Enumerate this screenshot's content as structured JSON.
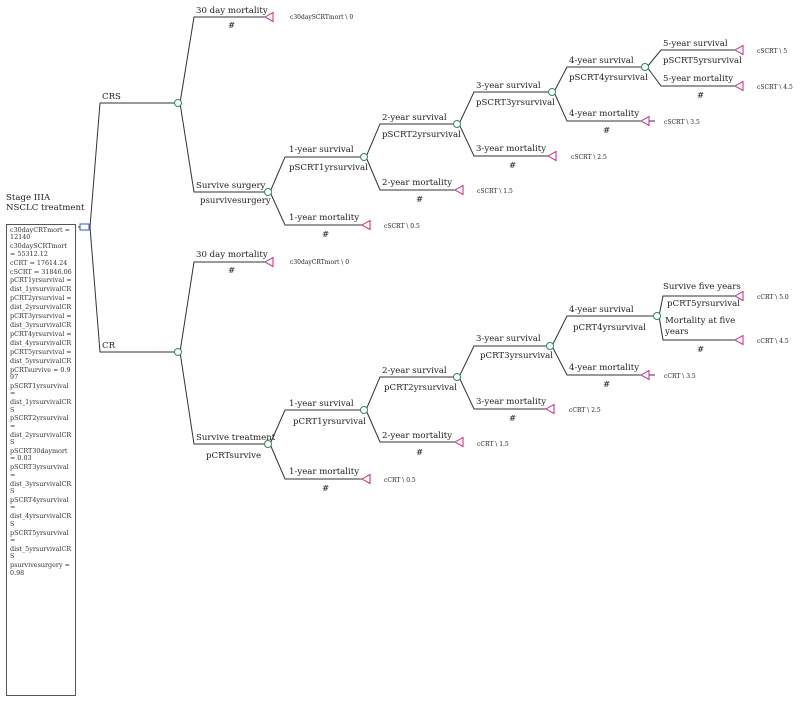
{
  "root": {
    "title_line1": "Stage IIIA",
    "title_line2": "NSCLC treatment"
  },
  "parameters_panel": [
    "c30dayCRTmort = 12140",
    "c30daySCRTmort = 55312.12",
    "cCRT = 17614.24",
    "cSCRT = 31846.06",
    "pCRT1yrsurvival =",
    "dist_1yrsurvivalCR",
    "pCRT2yrsurvival =",
    "dist_2yrsurvivalCR",
    "pCRT3yrsurvival =",
    "dist_3yrsurvivalCR",
    "pCRT4yrsurvival =",
    "dist_4yrsurvivalCR",
    "pCRT5yrsurvival =",
    "dist_5yrsurvivalCR",
    "pCRTsurvive = 0.997",
    "pSCRT1yrsurvival =",
    "dist_1yrsurvivalCRS",
    "pSCRT2yrsurvival =",
    "dist_2yrsurvivalCRS",
    "pSCRT30daymort = 0.03",
    "pSCRT3yrsurvival =",
    "dist_3yrsurvivalCRS",
    "pSCRT4yrsurvival =",
    "dist_4yrsurvivalCRS",
    "pSCRT5yrsurvival =",
    "dist_5yrsurvivalCRS",
    "psurvivesurgery = 0.98"
  ],
  "crs": {
    "label": "CRS",
    "mortality30": "30 day mortality",
    "mortality30_prob": "#",
    "mortality30_payoff": "c30daySCRTmort \\ 0",
    "survive": "Survive surgery",
    "survive_prob": "psurvivesurgery",
    "y1_survival": "1-year survival",
    "y1_survival_prob": "pSCRT1yrsurvival",
    "y1_mortality": "1-year mortality",
    "y1_mortality_prob": "#",
    "y1_mortality_payoff": "cSCRT \\ 0.5",
    "y2_survival": "2-year survival",
    "y2_survival_prob": "pSCRT2yrsurvival",
    "y2_mortality": "2-year mortality",
    "y2_mortality_prob": "#",
    "y2_mortality_payoff": "cSCRT \\ 1.5",
    "y3_survival": "3-year survival",
    "y3_survival_prob": "pSCRT3yrsurvival",
    "y3_mortality": "3-year mortality",
    "y3_mortality_prob": "#",
    "y3_mortality_payoff": "cSCRT \\ 2.5",
    "y4_survival": "4-year survival",
    "y4_survival_prob": "pSCRT4yrsurvival",
    "y4_mortality": "4-year mortality",
    "y4_mortality_prob": "#",
    "y4_mortality_payoff": "cSCRT \\ 3.5",
    "y5_survival": "5-year survival",
    "y5_survival_prob": "pSCRT5yrsurvival",
    "y5_survival_payoff": "cSCRT \\ 5",
    "y5_mortality": "5-year mortality",
    "y5_mortality_prob": "#",
    "y5_mortality_payoff": "cSCRT \\ 4.5"
  },
  "cr": {
    "label": "CR",
    "mortality30": "30 day mortality",
    "mortality30_prob": "#",
    "mortality30_payoff": "c30dayCRTmort \\ 0",
    "survive": "Survive treatment",
    "survive_prob": "pCRTsurvive",
    "y1_survival": "1-year survival",
    "y1_survival_prob": "pCRT1yrsurvival",
    "y1_mortality": "1-year mortality",
    "y1_mortality_prob": "#",
    "y1_mortality_payoff": "cCRT \\ 0.5",
    "y2_survival": "2-year survival",
    "y2_survival_prob": "pCRT2yrsurvival",
    "y2_mortality": "2-year mortality",
    "y2_mortality_prob": "#",
    "y2_mortality_payoff": "cCRT \\ 1.5",
    "y3_survival": "3-year survival",
    "y3_survival_prob": "pCRT3yrsurvival",
    "y3_mortality": "3-year mortality",
    "y3_mortality_prob": "#",
    "y3_mortality_payoff": "cCRT \\ 2.5",
    "y4_survival": "4-year survival",
    "y4_survival_prob": "pCRT4yrsurvival",
    "y4_mortality": "4-year mortality",
    "y4_mortality_prob": "#",
    "y4_mortality_payoff": "cCRT \\ 3.5",
    "y5_survival": "Survive five years",
    "y5_survival_prob": "pCRT5yrsurvival",
    "y5_survival_payoff": "cCRT \\ 5.0",
    "y5_mortality_line1": "Mortality at five",
    "y5_mortality_line2": "years",
    "y5_mortality_prob": "#",
    "y5_mortality_payoff": "cCRT \\ 4.5"
  },
  "colors": {
    "line": "#333333",
    "chance_node": "#2e8b57",
    "terminal_node": "#d0217a",
    "decision_node": "#3355cc"
  }
}
